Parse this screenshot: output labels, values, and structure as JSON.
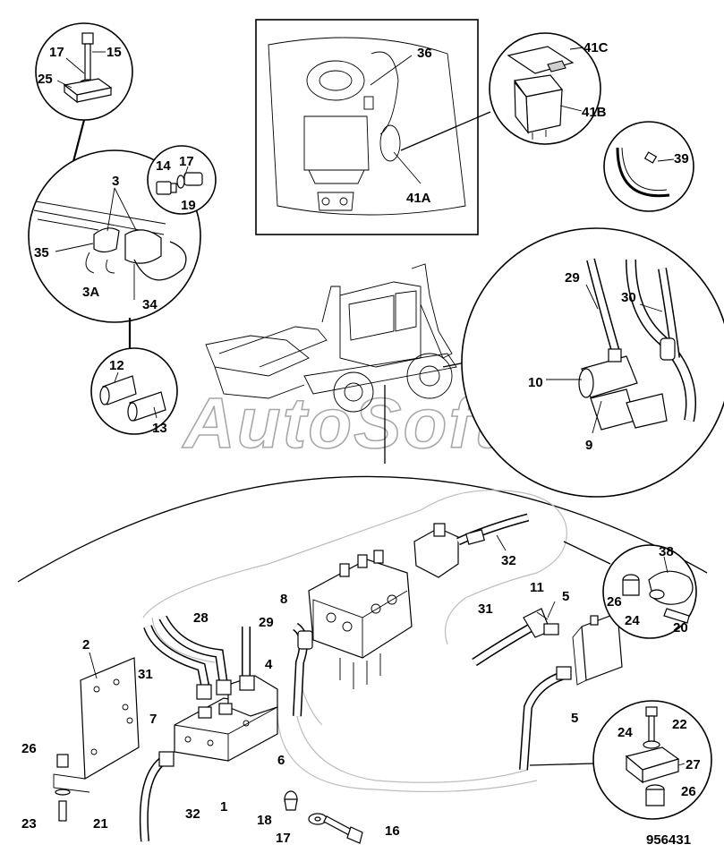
{
  "figure_id": "956431",
  "watermark": "AutoSoft",
  "callouts": {
    "c1": "1",
    "c2": "2",
    "c3": "3",
    "c3a": "3A",
    "c4": "4",
    "c5a": "5",
    "c5b": "5",
    "c6": "6",
    "c7": "7",
    "c8": "8",
    "c9": "9",
    "c10": "10",
    "c11": "11",
    "c12": "12",
    "c13": "13",
    "c14": "14",
    "c15": "15",
    "c16": "16",
    "c17a": "17",
    "c17b": "17",
    "c17c": "17",
    "c18": "18",
    "c19": "19",
    "c20": "20",
    "c21": "21",
    "c22": "22",
    "c23": "23",
    "c24a": "24",
    "c24b": "24",
    "c25": "25",
    "c26a": "26",
    "c26b": "26",
    "c26c": "26",
    "c27": "27",
    "c28": "28",
    "c29a": "29",
    "c29b": "29",
    "c30": "30",
    "c31a": "31",
    "c31b": "31",
    "c32a": "32",
    "c32b": "32",
    "c34": "34",
    "c35": "35",
    "c36": "36",
    "c38": "38",
    "c39": "39",
    "c41a": "41A",
    "c41b": "41B",
    "c41c": "41C"
  }
}
